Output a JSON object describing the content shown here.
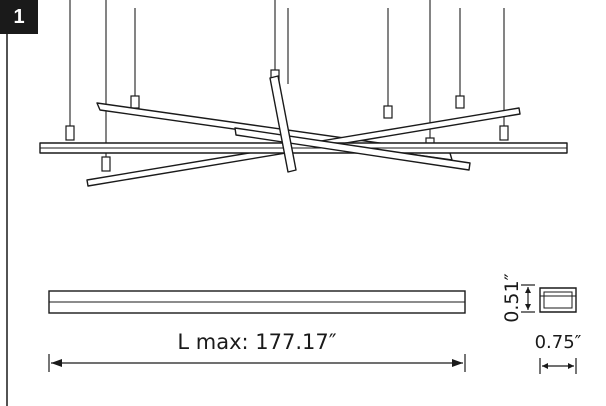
{
  "figure": {
    "number": "1",
    "dimensions": {
      "length_label": "L max: 177.17″",
      "height_label": "0.51″",
      "width_label": "0.75″"
    }
  }
}
